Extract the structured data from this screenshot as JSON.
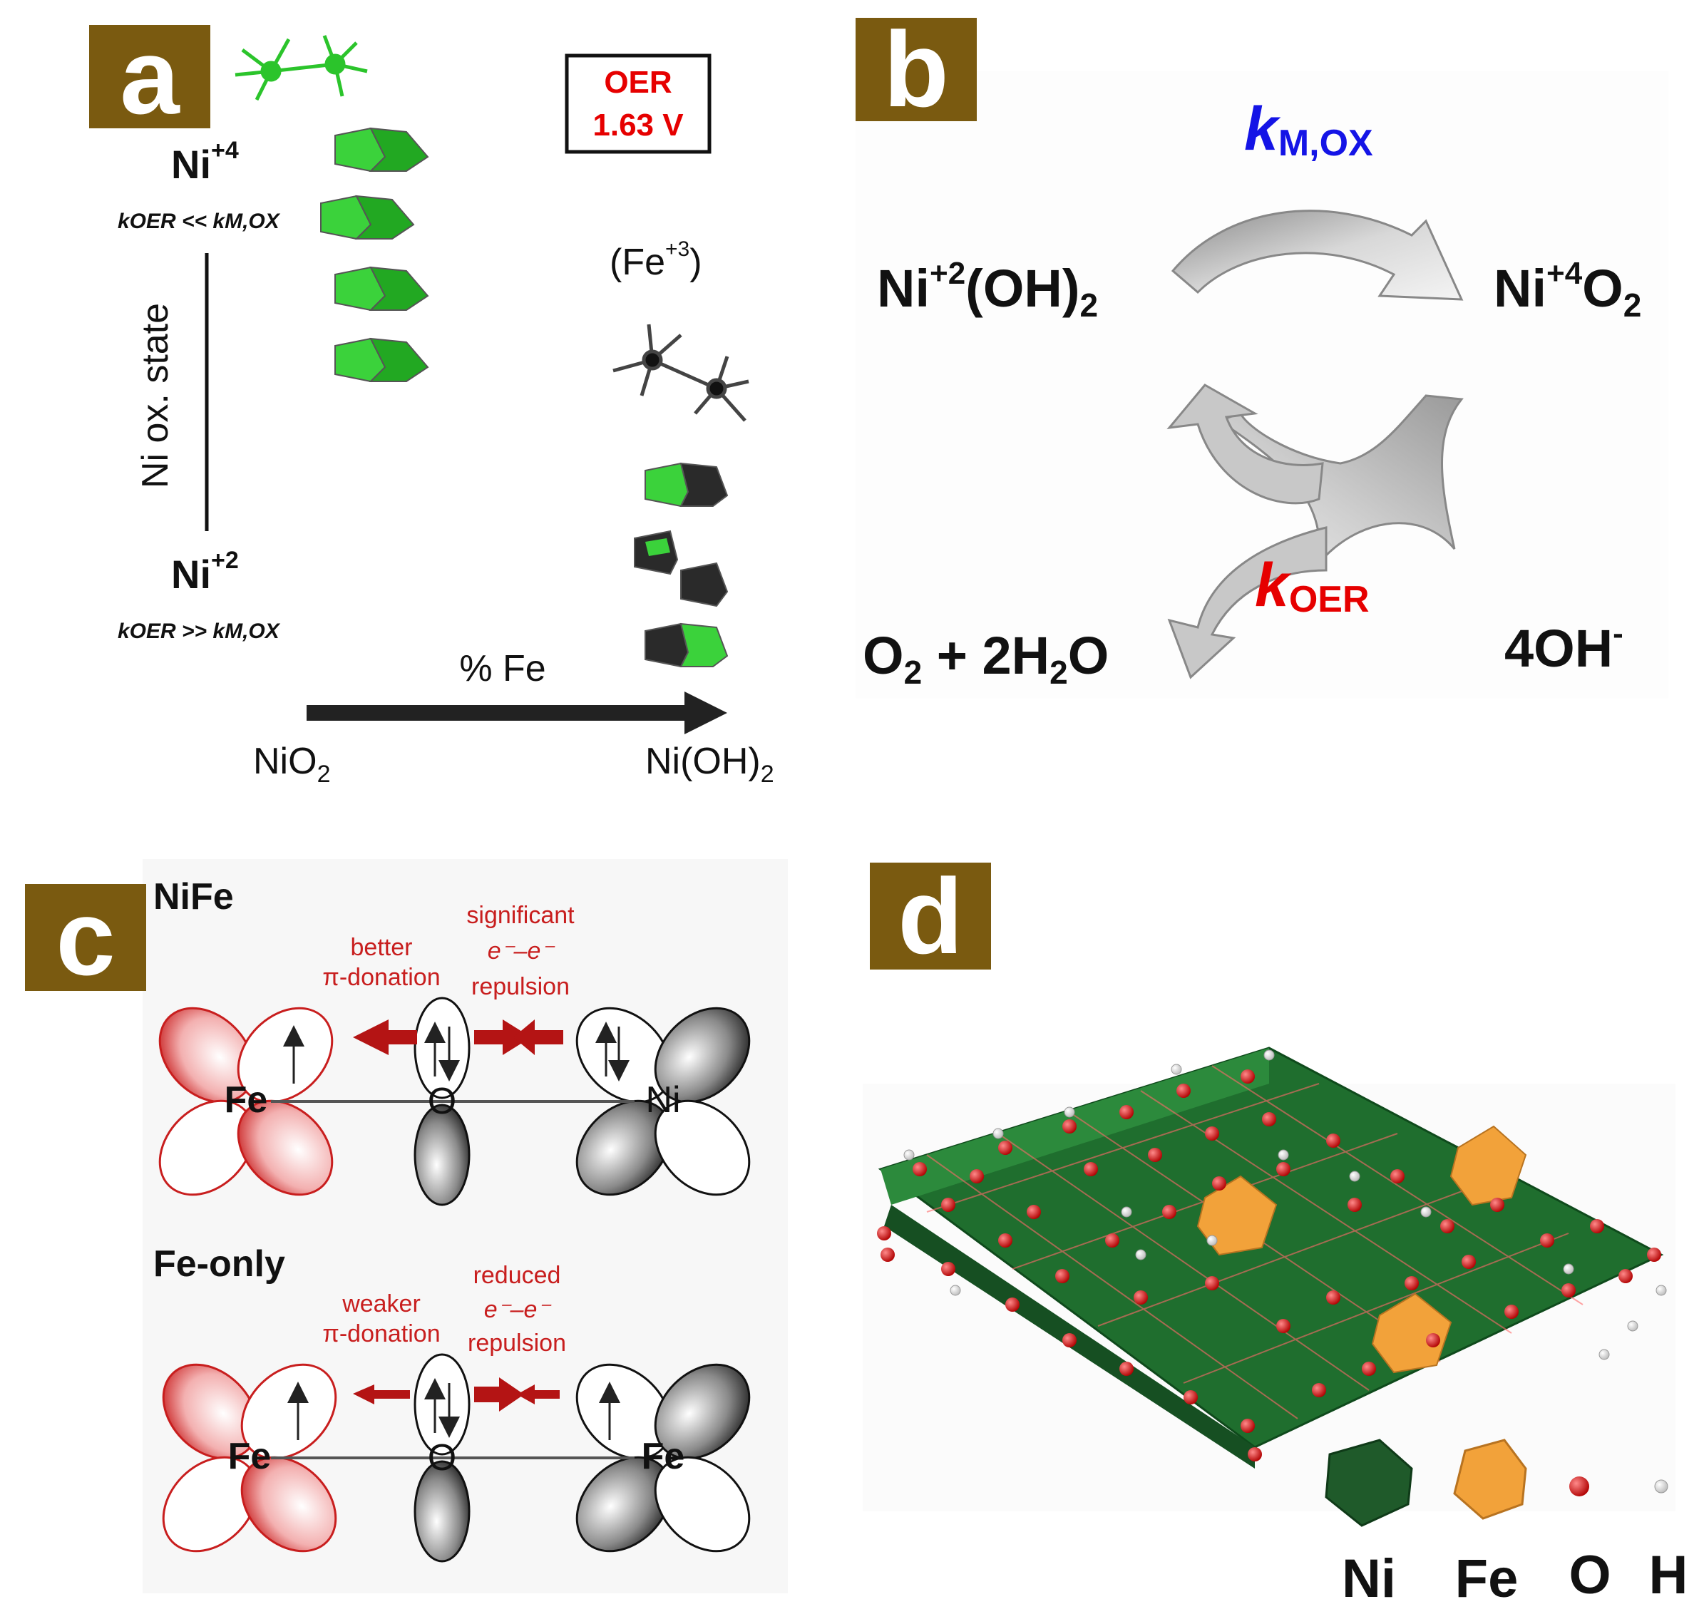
{
  "panels": {
    "a": {
      "label": "a",
      "oer_box": {
        "line1": "OER",
        "line2": "1.63 V"
      },
      "ni4": {
        "base": "Ni",
        "sup": "+4"
      },
      "ni4_relation": "kOER << kM,OX",
      "ni2": {
        "base": "Ni",
        "sup": "+2"
      },
      "ni2_relation": "kOER >> kM,OX",
      "y_axis_label": "Ni ox. state",
      "fe3_label": {
        "open": "(Fe",
        "sup": "+3",
        "close": ")"
      },
      "arrow_label": "% Fe",
      "left_end": {
        "base": "NiO",
        "sub": "2"
      },
      "right_end": {
        "base": "Ni(OH)",
        "sub": "2"
      }
    },
    "b": {
      "label": "b",
      "k_mox": {
        "k": "k",
        "sub": "M,OX",
        "color": "#1414e6"
      },
      "k_oer": {
        "k": "k",
        "sub": "OER",
        "color": "#e60000"
      },
      "reactant": {
        "a": "Ni",
        "sup": "+2",
        "b": "(OH)",
        "sub": "2"
      },
      "product": {
        "a": "Ni",
        "sup": "+4",
        "b": "O",
        "sub": "2"
      },
      "o2_water": {
        "a": "O",
        "sub1": "2",
        "b": " + 2H",
        "sub2": "2",
        "c": "O"
      },
      "hydroxide": {
        "a": "4OH",
        "sup": "-"
      }
    },
    "c": {
      "label": "c",
      "nife_title": "NiFe",
      "nife_left_note": [
        "better",
        "π-donation"
      ],
      "nife_right_note": [
        "significant",
        "e⁻–e⁻",
        "repulsion"
      ],
      "nife_atoms": [
        "Fe",
        "O",
        "Ni"
      ],
      "feonly_title": "Fe-only",
      "feonly_left_note": [
        "weaker",
        "π-donation"
      ],
      "feonly_right_note": [
        "reduced",
        "e⁻–e⁻",
        "repulsion"
      ],
      "feonly_atoms": [
        "Fe",
        "O",
        "Fe"
      ]
    },
    "d": {
      "label": "d",
      "legend": [
        "Ni",
        "Fe",
        "O",
        "H"
      ]
    }
  },
  "colors": {
    "label_box": "#7a5a10",
    "ni_green": "#2bc42b",
    "oer_red": "#e60000",
    "mox_blue": "#1414e6",
    "orbital_red": "#cc1f1f",
    "lattice_green": "#1f6e2e",
    "fe_orange": "#f2a23a",
    "oxygen_red": "#e01010"
  }
}
